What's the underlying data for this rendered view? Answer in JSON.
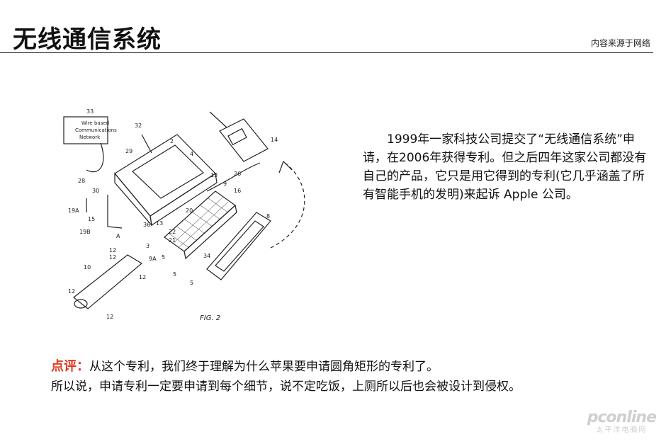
{
  "header": {
    "title": "无线通信系统",
    "source": "内容来源于网络"
  },
  "figure": {
    "caption": "FIG. 2",
    "box_label_lines": [
      "Wire based",
      "Communications",
      "Network"
    ],
    "refs": [
      "33",
      "32",
      "2",
      "14",
      "29",
      "4",
      "28",
      "30",
      "13",
      "9",
      "26",
      "16",
      "19A",
      "15",
      "20",
      "8",
      "19B",
      "36",
      "13",
      "22",
      "21",
      "34",
      "12",
      "3",
      "9A",
      "5",
      "5",
      "A",
      "10",
      "5",
      "12",
      "12",
      "12",
      "12"
    ]
  },
  "description": {
    "text": "1999年一家科技公司提交了“无线通信系统”申请，在2006年获得专利。但之后四年这家公司都没有自己的产品，它只是用它得到的专利(它几乎涵盖了所有智能手机的发明)来起诉 Apple 公司。"
  },
  "comment": {
    "label": "点评：",
    "line1": "从这个专利，我们终于理解为什么苹果要申请圆角矩形的专利了。",
    "line2": "所以说，申请专利一定要申请到每个细节，说不定吃饭，上厕所以后也会被设计到侵权。"
  },
  "watermark": {
    "brand": "pconline",
    "sub": "太平洋电脑网"
  },
  "colors": {
    "accent": "#e03a1e",
    "text": "#111111"
  }
}
